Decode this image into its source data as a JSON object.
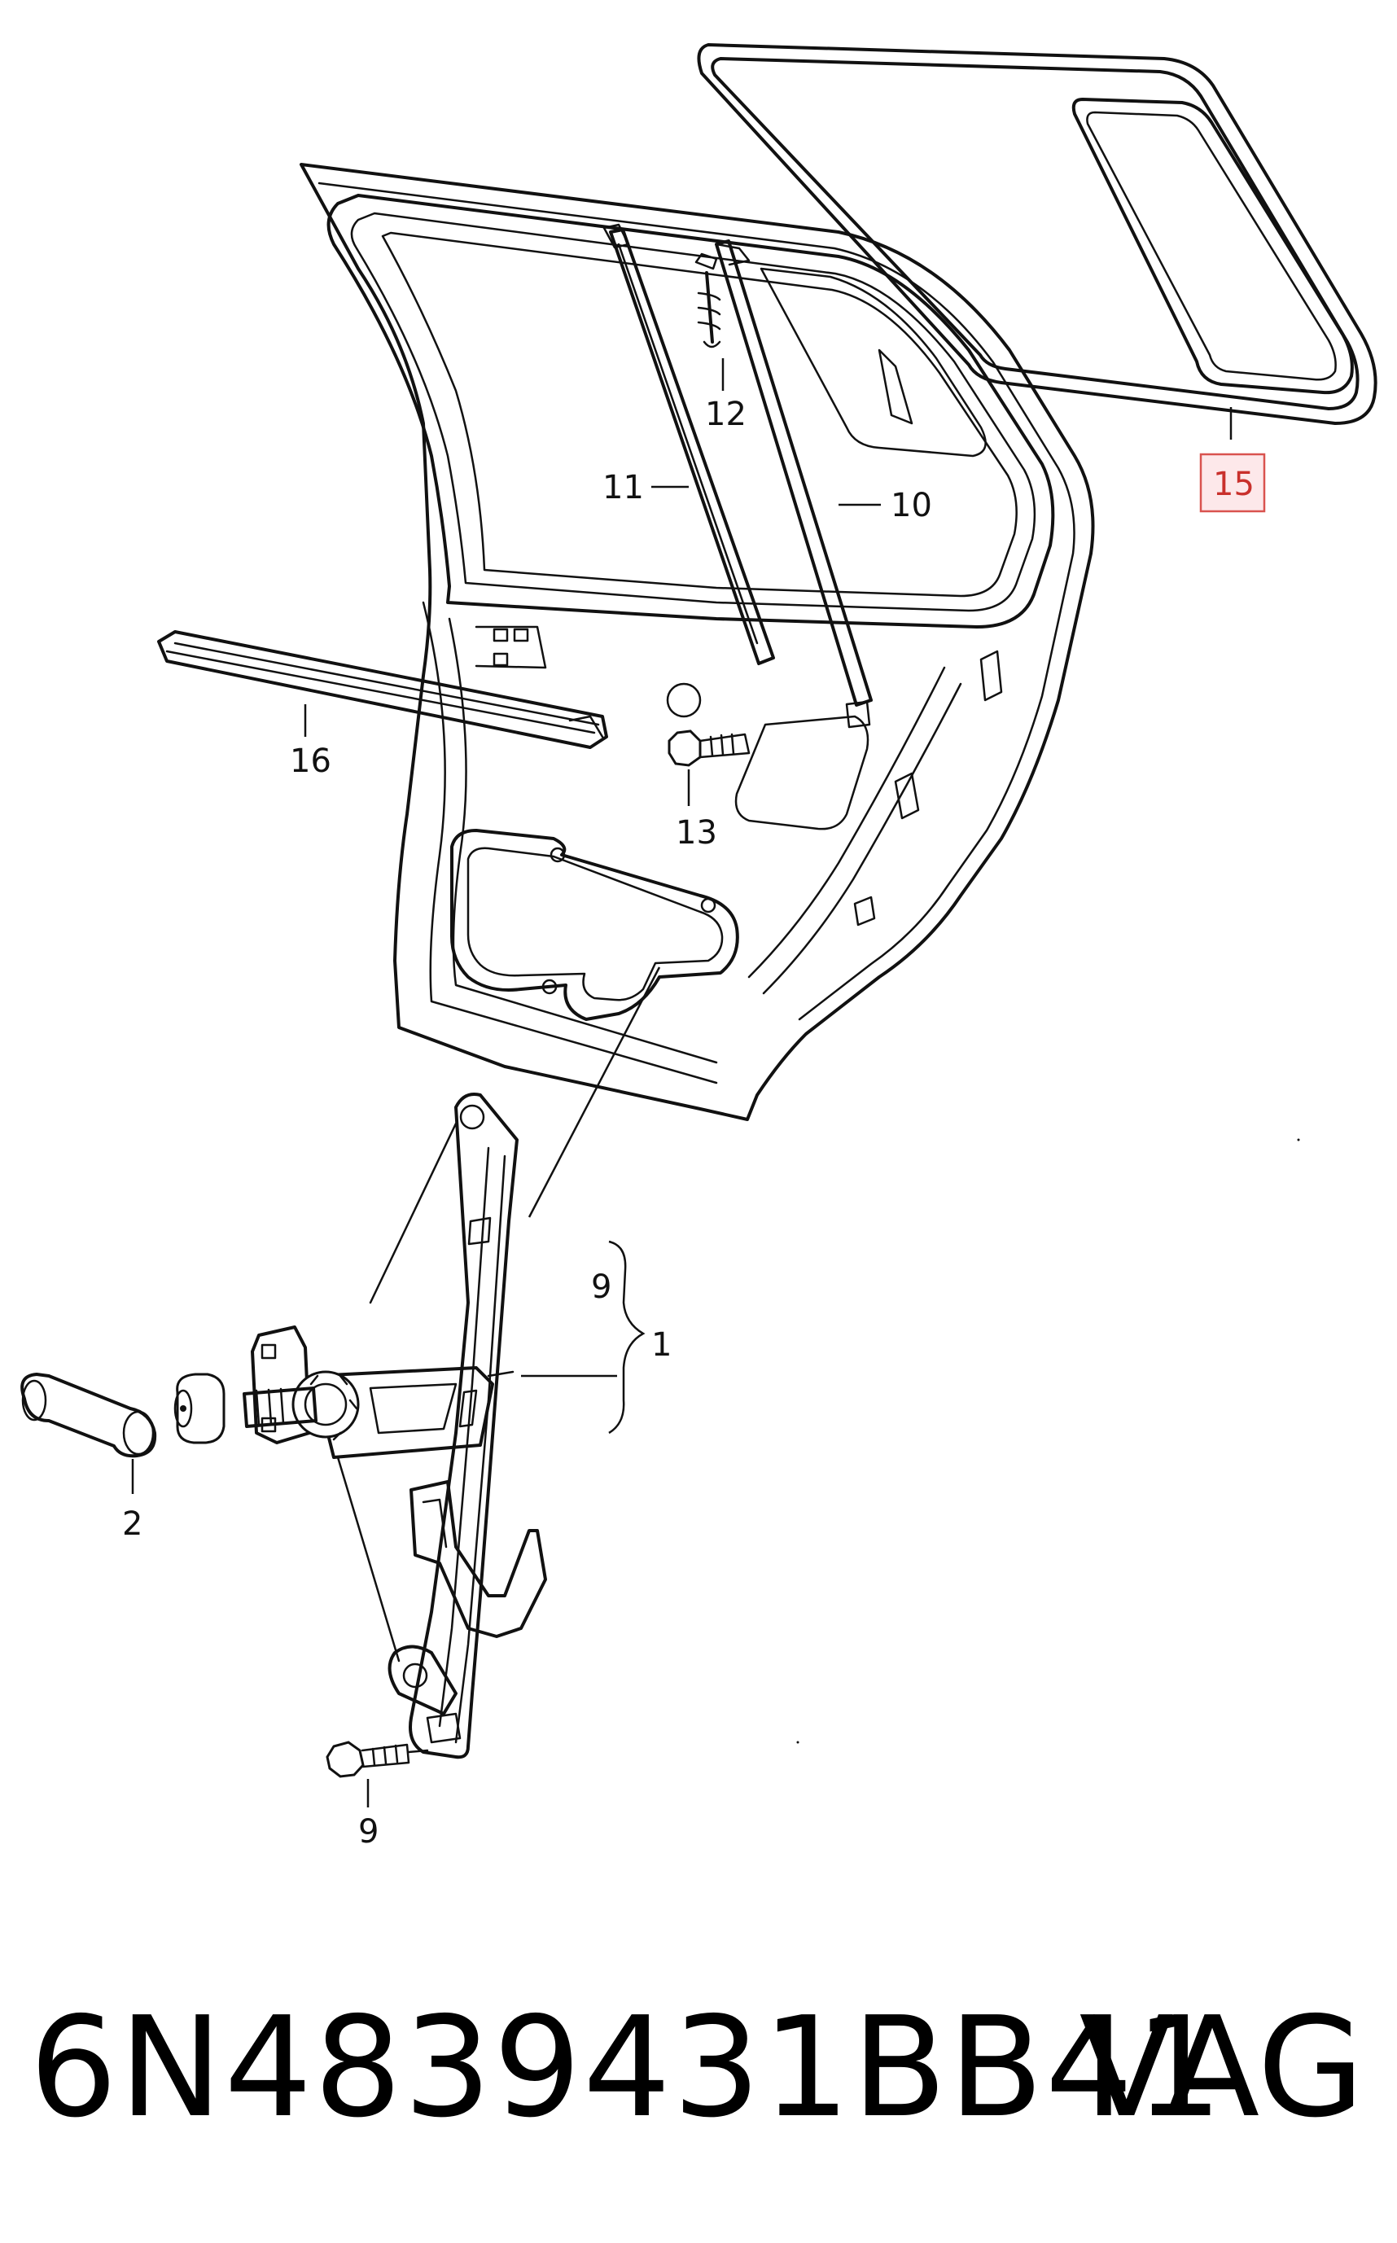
{
  "callouts": {
    "c1": "1",
    "c2": "2",
    "c9a": "9",
    "c9b": "9",
    "c10": "10",
    "c11": "11",
    "c12": "12",
    "c13": "13",
    "c15": "15",
    "c16": "16"
  },
  "highlight_color": "#d9534f",
  "footer": {
    "part_number": "6N4839431BB41",
    "brand": "VAG"
  }
}
